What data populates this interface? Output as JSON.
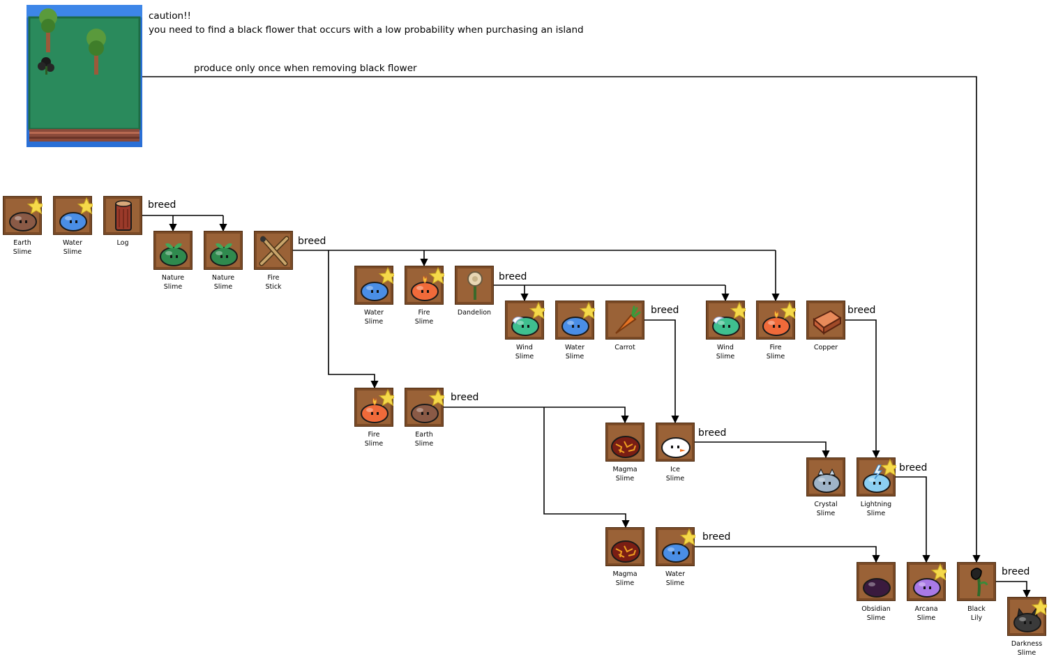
{
  "notes": {
    "caution_title": "caution!!",
    "caution_text": "you need to find a black flower that occurs with a low probability when purchasing an island",
    "produce_note": "produce only once when removing black flower"
  },
  "breed_label": "breed",
  "items": {
    "earth_1": {
      "label": [
        "Earth",
        "Slime"
      ],
      "icon": "slime-icon",
      "color": "#8a5a46",
      "starred": true
    },
    "water_1": {
      "label": [
        "Water",
        "Slime"
      ],
      "icon": "slime-icon",
      "color": "#4a8ee6",
      "starred": true
    },
    "log": {
      "label": [
        "Log"
      ],
      "icon": "log-icon",
      "color": "#9b3a2a"
    },
    "nature_1": {
      "label": [
        "Nature",
        "Slime"
      ],
      "icon": "nature-slime-icon",
      "color": "#2f8a4e"
    },
    "nature_2": {
      "label": [
        "Nature",
        "Slime"
      ],
      "icon": "nature-slime-icon",
      "color": "#2f8a4e"
    },
    "fire_stick": {
      "label": [
        "Fire",
        "Stick"
      ],
      "icon": "fire-stick-icon",
      "color": "#c9a56b"
    },
    "water_2": {
      "label": [
        "Water",
        "Slime"
      ],
      "icon": "slime-icon",
      "color": "#4a8ee6",
      "starred": true
    },
    "fire_1": {
      "label": [
        "Fire",
        "Slime"
      ],
      "icon": "fire-slime-icon",
      "color": "#f06a3a",
      "starred": true
    },
    "dandelion": {
      "label": [
        "Dandelion"
      ],
      "icon": "dandelion-icon",
      "color": "#e8d6b4"
    },
    "wind_1": {
      "label": [
        "Wind",
        "Slime"
      ],
      "icon": "wind-slime-icon",
      "color": "#3fbf8f",
      "starred": true
    },
    "water_3": {
      "label": [
        "Water",
        "Slime"
      ],
      "icon": "slime-icon",
      "color": "#4a8ee6",
      "starred": true
    },
    "carrot": {
      "label": [
        "Carrot"
      ],
      "icon": "carrot-icon",
      "color": "#e87424"
    },
    "wind_2": {
      "label": [
        "Wind",
        "Slime"
      ],
      "icon": "wind-slime-icon",
      "color": "#3fbf8f",
      "starred": true
    },
    "fire_2": {
      "label": [
        "Fire",
        "Slime"
      ],
      "icon": "fire-slime-icon",
      "color": "#f06a3a",
      "starred": true
    },
    "copper": {
      "label": [
        "Copper"
      ],
      "icon": "copper-icon",
      "color": "#c8613a"
    },
    "fire_3": {
      "label": [
        "Fire",
        "Slime"
      ],
      "icon": "fire-slime-icon",
      "color": "#f06a3a",
      "starred": true
    },
    "earth_2": {
      "label": [
        "Earth",
        "Slime"
      ],
      "icon": "slime-icon",
      "color": "#8a5a46",
      "starred": true
    },
    "magma_1": {
      "label": [
        "Magma",
        "Slime"
      ],
      "icon": "magma-slime-icon",
      "color": "#7a1e14"
    },
    "ice": {
      "label": [
        "Ice",
        "Slime"
      ],
      "icon": "ice-slime-icon",
      "color": "#ffffff"
    },
    "crystal": {
      "label": [
        "Crystal",
        "Slime"
      ],
      "icon": "crystal-slime-icon",
      "color": "#9fb4c8"
    },
    "lightning": {
      "label": [
        "Lightning",
        "Slime"
      ],
      "icon": "lightning-slime-icon",
      "color": "#8ccff2",
      "starred": true
    },
    "magma_2": {
      "label": [
        "Magma",
        "Slime"
      ],
      "icon": "magma-slime-icon",
      "color": "#7a1e14"
    },
    "water_4": {
      "label": [
        "Water",
        "Slime"
      ],
      "icon": "slime-icon",
      "color": "#4a8ee6",
      "starred": true
    },
    "obsidian": {
      "label": [
        "Obsidian",
        "Slime"
      ],
      "icon": "obsidian-slime-icon",
      "color": "#3a1a3e"
    },
    "arcana": {
      "label": [
        "Arcana",
        "Slime"
      ],
      "icon": "slime-icon",
      "color": "#a97ae6",
      "starred": true
    },
    "black_lily": {
      "label": [
        "Black",
        "Lily"
      ],
      "icon": "black-lily-icon",
      "color": "#222222"
    },
    "darkness": {
      "label": [
        "Darkness",
        "Slime"
      ],
      "icon": "darkness-slime-icon",
      "color": "#3a3a3a",
      "starred": true
    }
  },
  "colors": {
    "tile_border": "#7a4a26",
    "tile_fill": "#9a6237",
    "star": "#f5d94a",
    "line": "#000000"
  }
}
